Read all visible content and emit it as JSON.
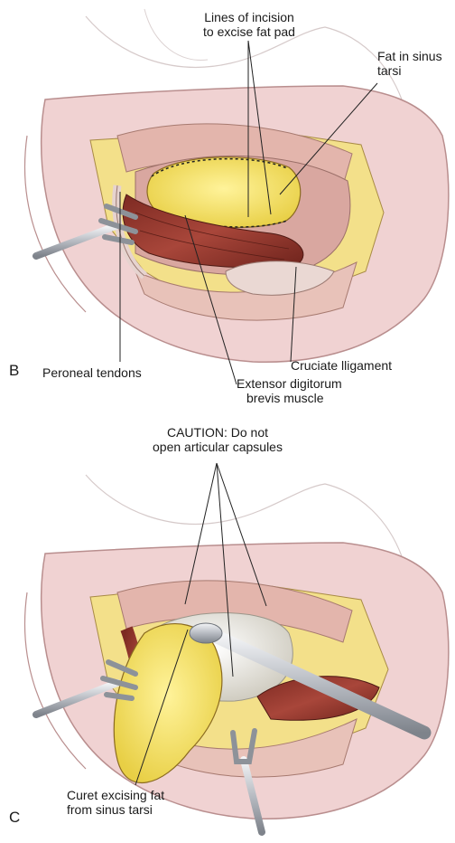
{
  "panels": [
    {
      "letter": "B",
      "labels": {
        "incision_1": "Lines of incision",
        "incision_2": "to excise fat pad",
        "fat_1": "Fat in sinus",
        "fat_2": "tarsi",
        "cruciate": "Cruciate lligament",
        "peroneal": "Peroneal tendons",
        "edb_1": "Extensor digitorum",
        "edb_2": "brevis muscle"
      }
    },
    {
      "letter": "C",
      "labels": {
        "caution_1": "CAUTION: Do not",
        "caution_2": "open articular capsules",
        "curet_1": "Curet excising fat",
        "curet_2": "from sinus tarsi"
      }
    }
  ],
  "colors": {
    "skin": "#f0d2d2",
    "skin_edge": "#b98e8e",
    "wound_yellow": "#f3e08a",
    "fat": "#f5e36a",
    "muscle": "#9b3a30",
    "capsule": "#eceae2",
    "instrument": "#c9ccd1",
    "leader": "#222222"
  }
}
